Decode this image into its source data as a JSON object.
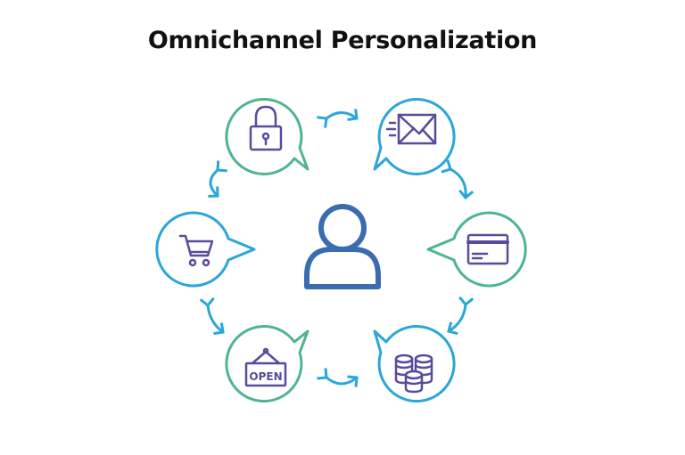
{
  "title": "Omnichannel Personalization",
  "colors": {
    "green": "#4fb58c",
    "blue": "#2aa6d9",
    "purple": "#5a4a9c",
    "person": "#3a6cb2"
  },
  "center": {
    "icon": "person-icon"
  },
  "nodes": [
    {
      "icon": "lock-icon",
      "color": "green"
    },
    {
      "icon": "email-icon",
      "color": "blue"
    },
    {
      "icon": "credit-card-icon",
      "color": "green"
    },
    {
      "icon": "database-coins-icon",
      "color": "blue"
    },
    {
      "icon": "open-sign-icon",
      "color": "green",
      "label": "OPEN"
    },
    {
      "icon": "shopping-cart-icon",
      "color": "blue"
    }
  ]
}
